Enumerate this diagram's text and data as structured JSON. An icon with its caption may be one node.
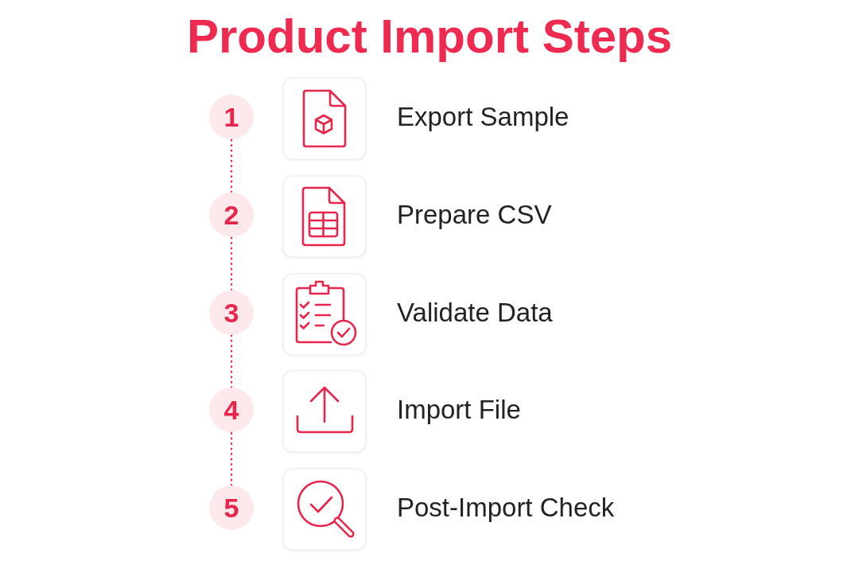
{
  "diagram": {
    "title": "Product Import Steps",
    "nodes": [
      {
        "text": [
          "1"
        ]
      },
      {
        "text": [
          "2"
        ]
      },
      {
        "text": [
          "3"
        ]
      },
      {
        "text": [
          "4"
        ]
      },
      {
        "text": [
          "5"
        ]
      }
    ],
    "edges": [
      {
        "from": 0,
        "to": 1,
        "arrow": "none",
        "style": "dashed"
      },
      {
        "from": 1,
        "to": 2,
        "arrow": "none",
        "style": "dashed"
      },
      {
        "from": 2,
        "to": 3,
        "arrow": "none",
        "style": "dashed"
      },
      {
        "from": 3,
        "to": 4,
        "arrow": "none",
        "style": "dashed"
      }
    ],
    "labels": [
      "Export Sample",
      "Prepare CSV",
      "Validate Data",
      "Import File",
      "Post-Import Check"
    ]
  }
}
